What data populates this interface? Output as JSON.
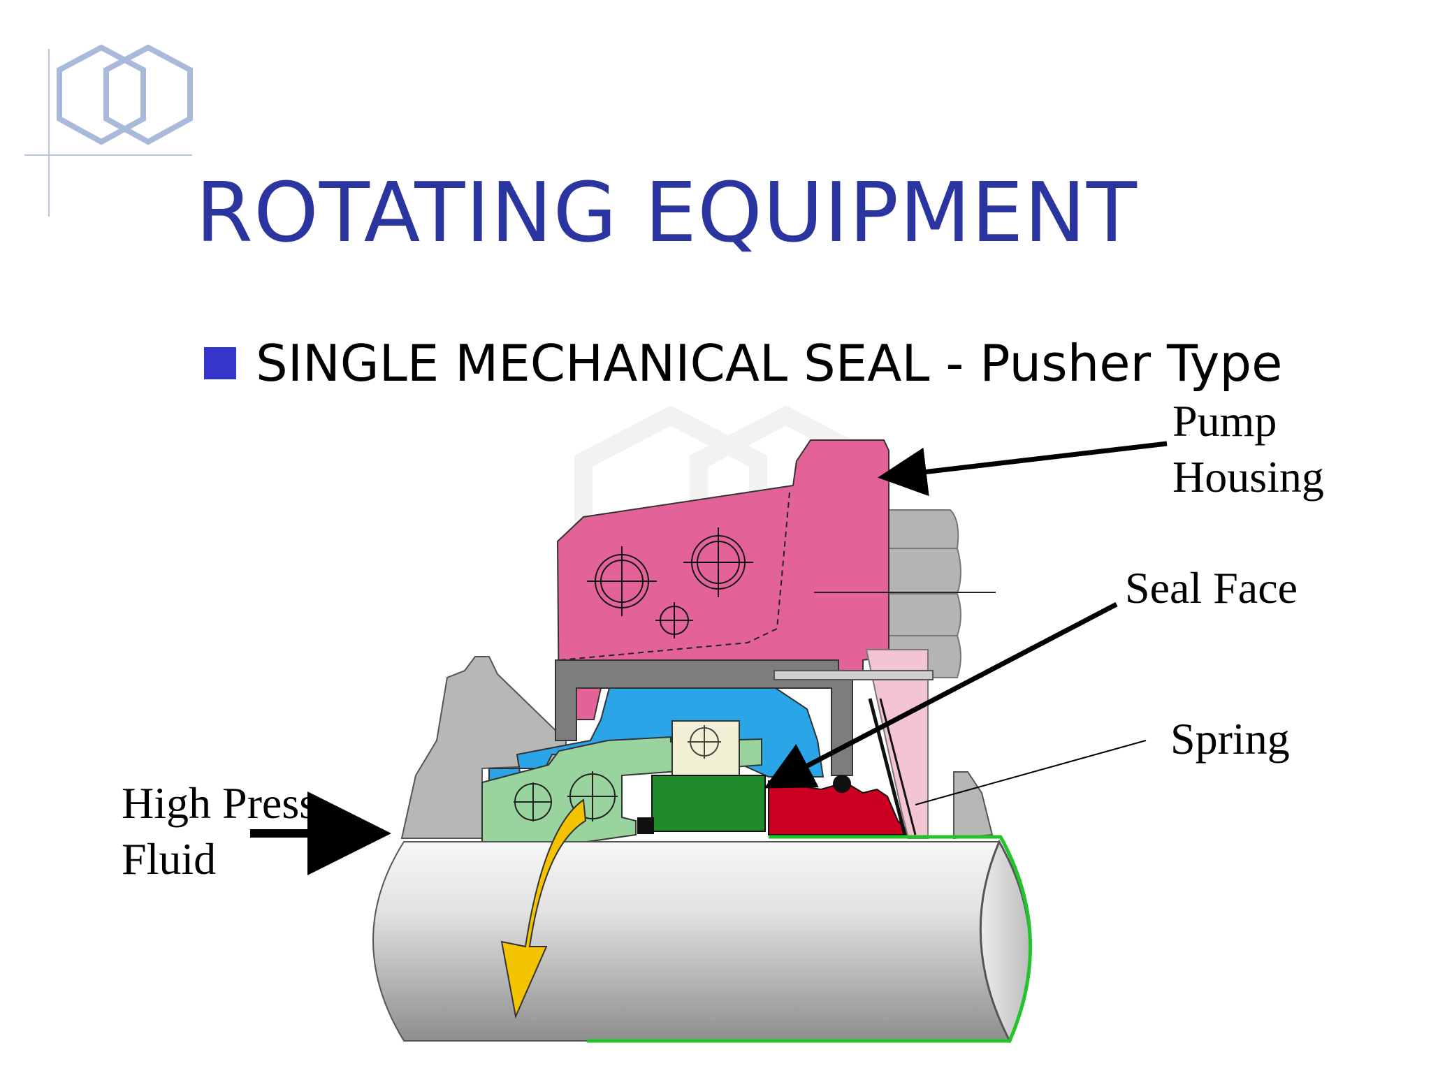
{
  "slide": {
    "title": "ROTATING EQUIPMENT",
    "bullet": "SINGLE MECHANICAL SEAL - Pusher Type"
  },
  "labels": {
    "pump_housing_line1": "Pump",
    "pump_housing_line2": "Housing",
    "seal_face": "Seal Face",
    "spring": "Spring",
    "high_press_line1": "High Press",
    "high_press_line2": "Fluid"
  },
  "colors": {
    "title": "#2b35a0",
    "bullet": "#3535cc",
    "housing": "#e06096",
    "gland_blue": "#2aa5e8",
    "sleeve_green": "#99d39e",
    "seal_face_green": "#1f8b2c",
    "red_ring": "#cc0020",
    "spring_pink": "#f3c5d4",
    "rotation_arrow": "#f5c400"
  },
  "icons": {
    "logo": "double-hexagon-logo-icon"
  }
}
